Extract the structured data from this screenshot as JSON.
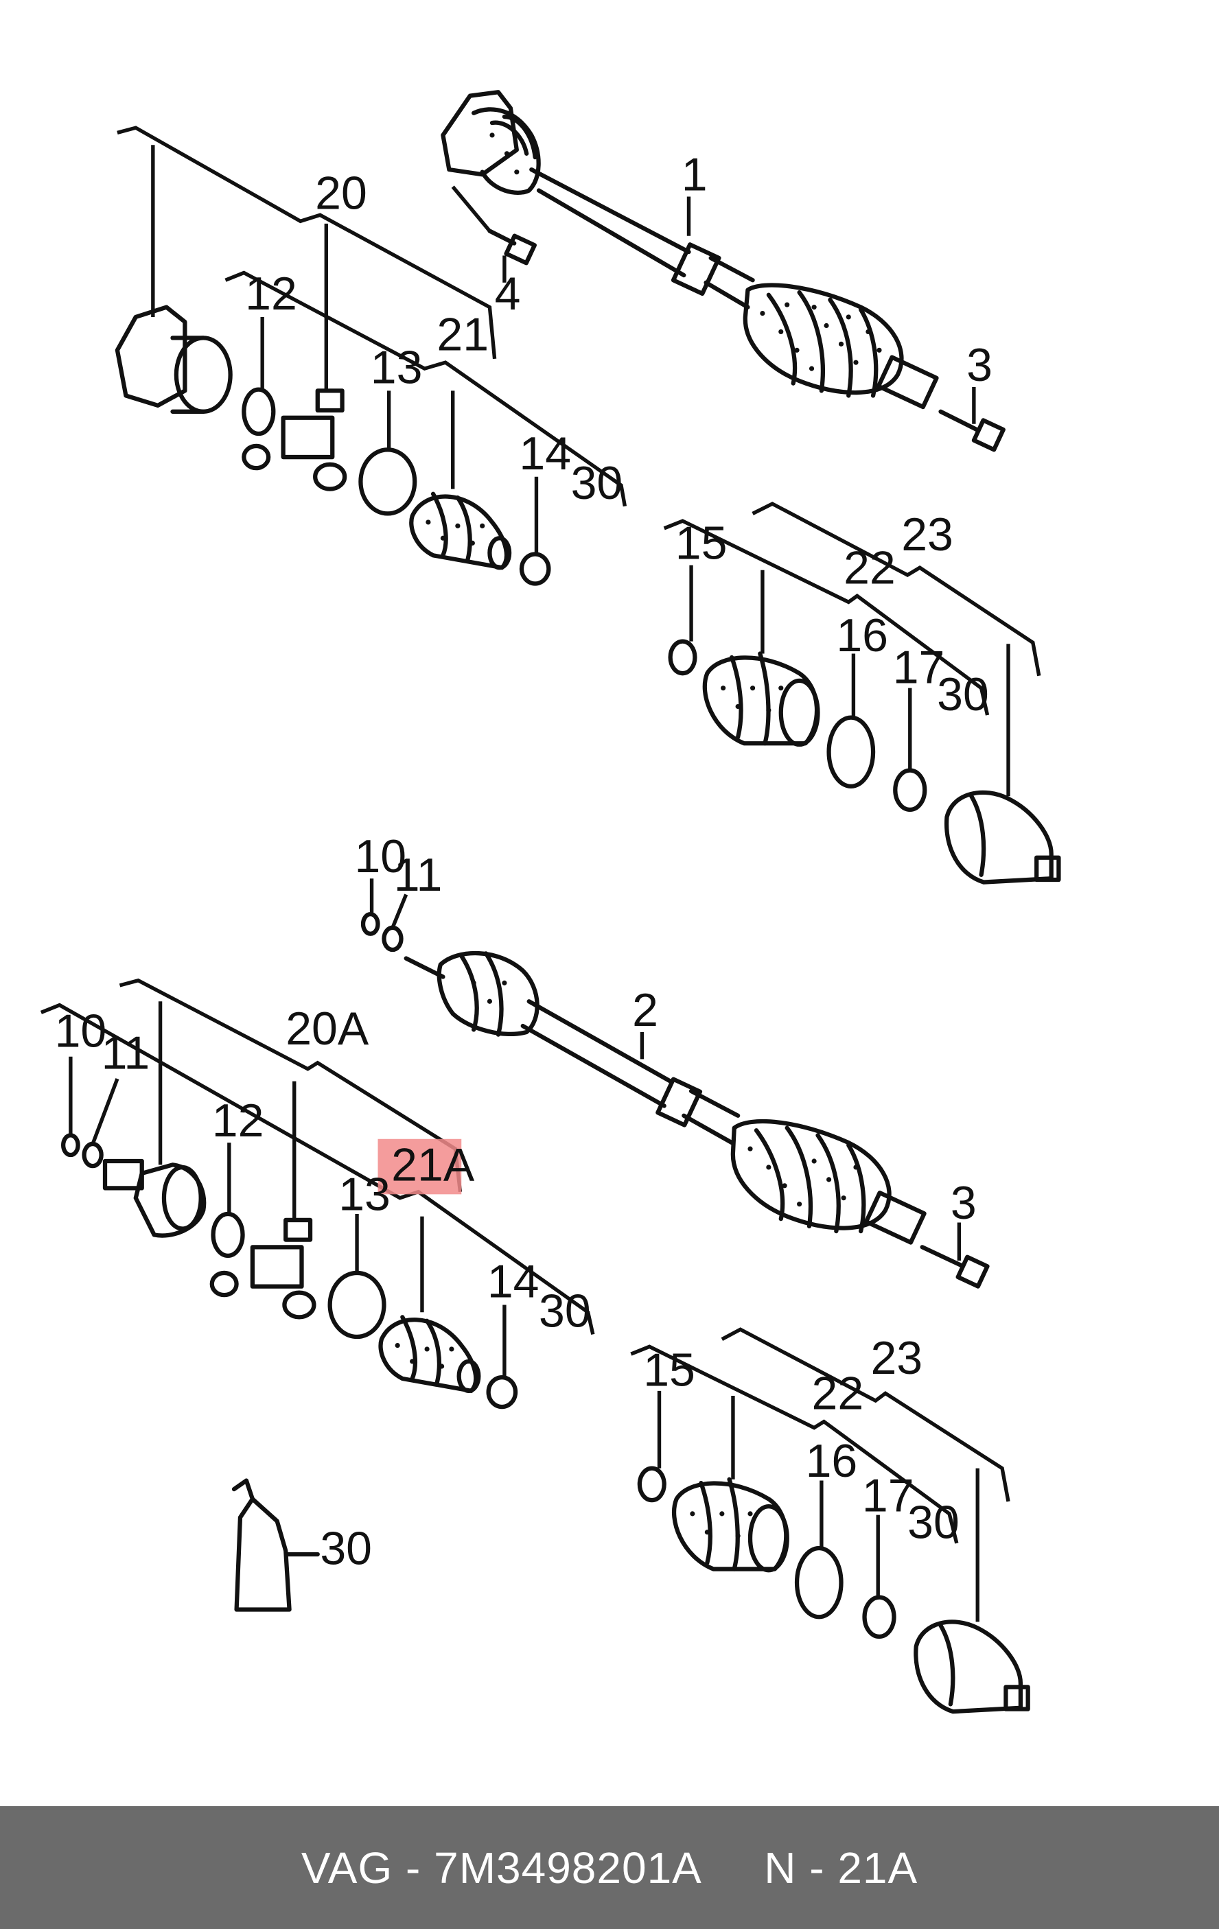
{
  "callouts": {
    "c1": "1",
    "c2": "2",
    "c3a": "3",
    "c3b": "3",
    "c4": "4",
    "c10a": "10",
    "c11a": "11",
    "c10b": "10",
    "c11b": "11",
    "c12a": "12",
    "c12b": "12",
    "c13a": "13",
    "c13b": "13",
    "c14a": "14",
    "c14b": "14",
    "c15a": "15",
    "c15b": "15",
    "c16a": "16",
    "c16b": "16",
    "c17a": "17",
    "c17b": "17",
    "c20": "20",
    "c20A": "20A",
    "c21": "21",
    "c21A": "21A",
    "c22a": "22",
    "c22b": "22",
    "c23a": "23",
    "c23b": "23",
    "c30a": "30",
    "c30b": "30",
    "c30c": "30",
    "c30d": "30",
    "c30e": "30"
  },
  "highlight": {
    "label": "21A",
    "color": "#f28b8b"
  },
  "footer": {
    "text": "VAG - 7M3498201A     N - 21A",
    "background": "#6b6b6b"
  }
}
